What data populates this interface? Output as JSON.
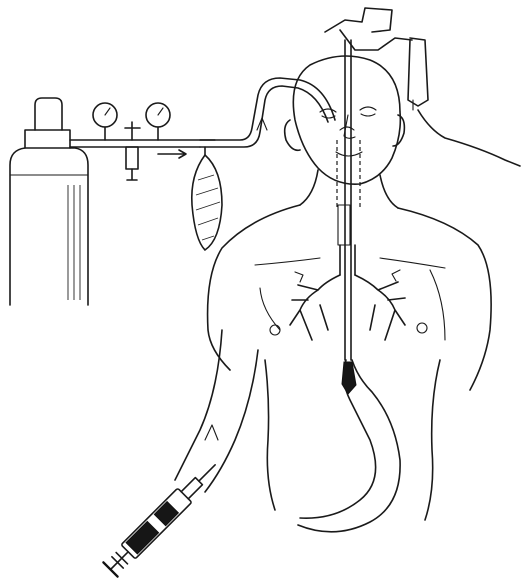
{
  "figure": {
    "background_color": "#ffffff",
    "ink_color": "#1a1a1a",
    "parts": [
      "oxygen-cylinder",
      "pressure-gauges",
      "flow-regulator",
      "reservoir-bag",
      "breathing-tube",
      "drip-apparatus",
      "patient-outline",
      "trachea-tube",
      "bronchial-tree",
      "stomach-tube",
      "syringe"
    ]
  }
}
